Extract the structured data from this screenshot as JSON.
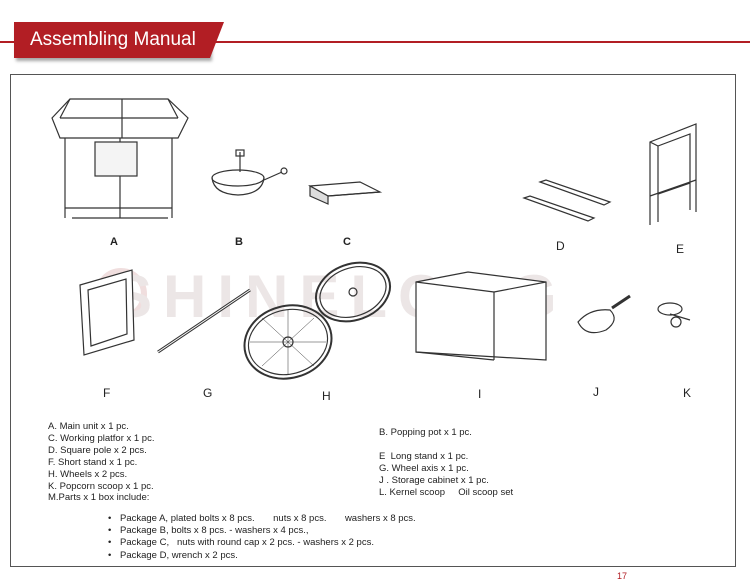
{
  "header": {
    "title": "Assembling Manual",
    "accent": "#b21e24"
  },
  "watermark": {
    "text": "SHINELONG"
  },
  "part_labels": [
    "A",
    "B",
    "C",
    "D",
    "E",
    "F",
    "G",
    "H",
    "I",
    "J",
    "K"
  ],
  "left_list": [
    "A. Main unit x 1 pc.",
    "C. Working platfor x 1 pc.",
    "D. Square pole x 2 pcs.",
    "F. Short stand x 1 pc.",
    "H. Wheels x 2 pcs.",
    "K. Popcorn scoop x 1 pc.",
    "M.Parts x 1 box include:"
  ],
  "right_list": [
    "B. Popping pot x 1 pc.",
    "",
    "E  Long stand x 1 pc.",
    "G. Wheel axis x 1 pc.",
    "J . Storage cabinet x 1 pc.",
    "L. Kernel scoop     Oil scoop set"
  ],
  "packages": [
    "Package A, plated bolts x 8 pcs.       nuts x 8 pcs.       washers x 8 pcs.",
    "Package B, bolts x 8 pcs. - washers x 4 pcs.,",
    "Package C,   nuts with round cap x 2 pcs. - washers x 2 pcs.",
    "Package D, wrench x 2 pcs."
  ],
  "page_number": "17"
}
